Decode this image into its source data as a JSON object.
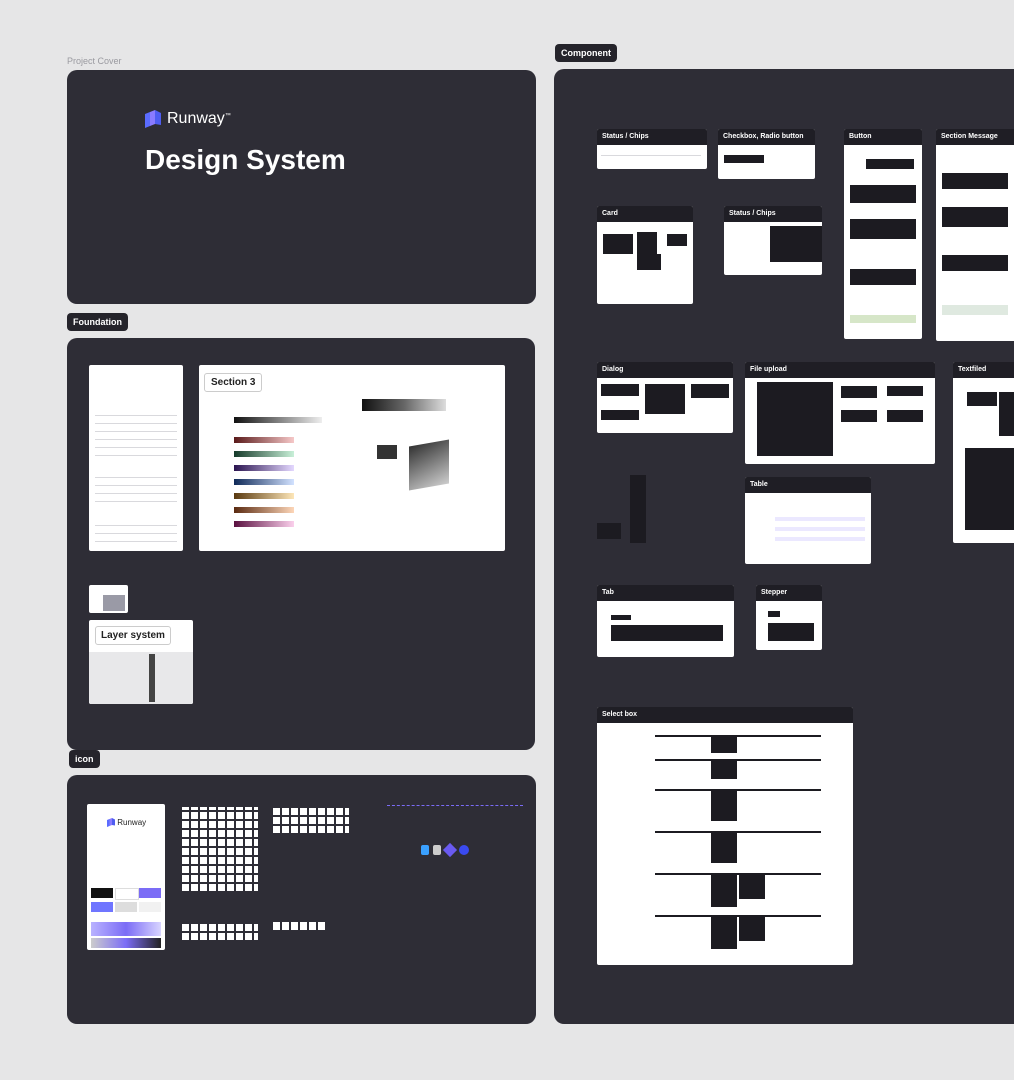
{
  "sections": {
    "project_cover": "Project Cover",
    "foundation": "Foundation",
    "icon": "icon",
    "component": "Component"
  },
  "cover": {
    "brand": "Runway",
    "trademark": "™",
    "title": "Design System"
  },
  "foundation": {
    "section3": "Section 3",
    "layer_system": "Layer system"
  },
  "components": {
    "status_chips": "Status / Chips",
    "checkbox_radio": "Checkbox, Radio button",
    "button": "Button",
    "section_message": "Section Message",
    "card": "Card",
    "status_chips_2": "Status / Chips",
    "dialog": "Dialog",
    "file_upload": "File upload",
    "textfield": "Textfiled",
    "table": "Table",
    "tab": "Tab",
    "stepper": "Stepper",
    "select_box": "Select box"
  },
  "icon_sheet": {
    "brand": "Runway"
  },
  "colors": {
    "canvas": "#e6e6e7",
    "frame": "#2e2d36",
    "accent": "#7b6cf6"
  }
}
